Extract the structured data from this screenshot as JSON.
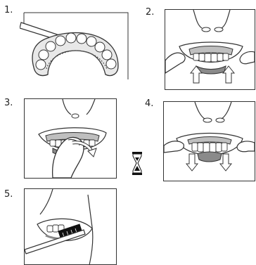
{
  "steps": [
    {
      "number": "1.",
      "description_icon": "applying-adhesive-to-denture-icon"
    },
    {
      "number": "2.",
      "description_icon": "inserting-upper-denture-icon"
    },
    {
      "number": "3.",
      "description_icon": "pressing-denture-with-thumb-icon"
    },
    {
      "number": "4.",
      "description_icon": "fitting-lower-denture-icon"
    },
    {
      "number": "5.",
      "description_icon": "brushing-teeth-icon"
    }
  ],
  "timer_icon": "hourglass-icon",
  "colors": {
    "line": "#333333",
    "gum": "#bfbfbf",
    "shade": "#8a8a8a",
    "dark": "#111111",
    "paper": "#ffffff"
  }
}
